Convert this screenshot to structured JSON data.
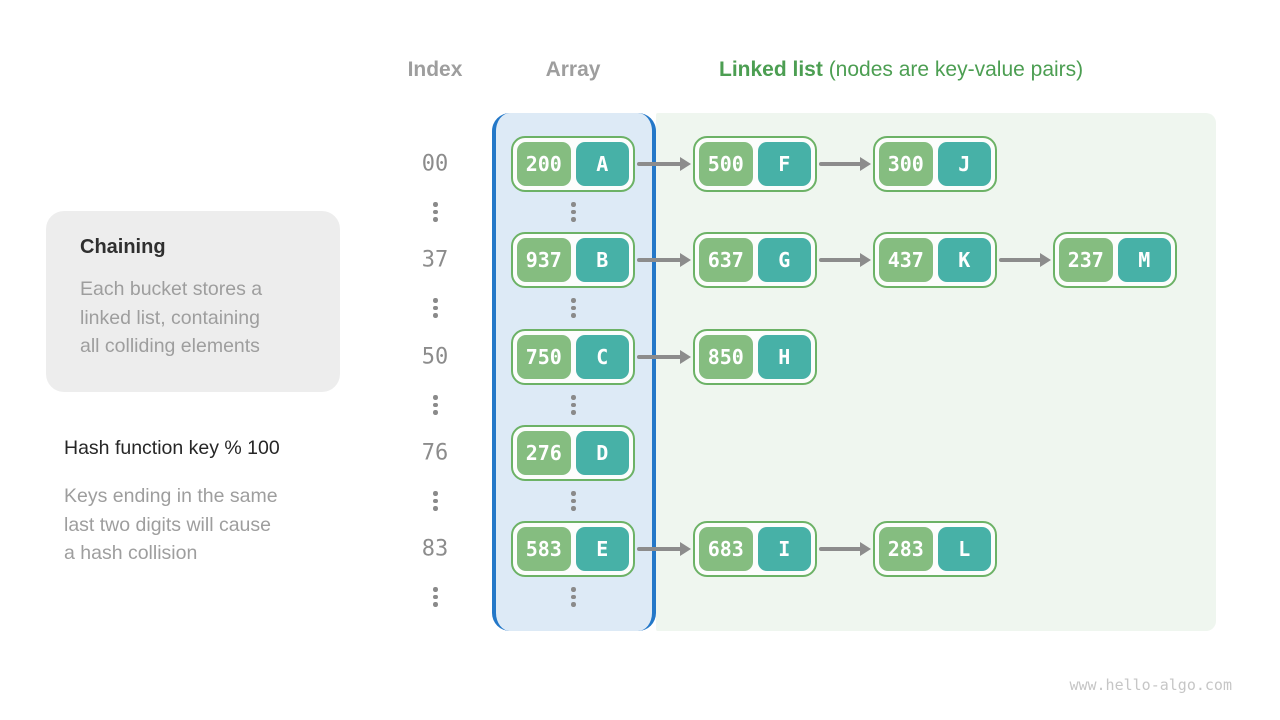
{
  "header": {
    "index": "Index",
    "array": "Array",
    "linked_list_bold": "Linked list",
    "linked_list_rest": " (nodes are key-value pairs)"
  },
  "sidebar": {
    "chaining_title": "Chaining",
    "chaining_body": "Each bucket stores a\nlinked list, containing\nall colliding elements",
    "hash_function": "Hash function key % 100",
    "hash_note": "Keys ending in the same\nlast two digits will cause\na hash collision"
  },
  "watermark": "www.hello-algo.com",
  "colors": {
    "accent_green": "#4c9e52",
    "node_border": "#6cb266",
    "node_key_fill": "#85bd80",
    "node_value_fill": "#47b1a7",
    "array_panel_bg": "#ddeaf6",
    "array_panel_border": "#2478c8",
    "list_panel_bg": "#eff6ef",
    "arrow_gray": "#8c8c8c"
  },
  "hash_table": {
    "rows": [
      {
        "index": "00",
        "bucket": {
          "key": "200",
          "value": "A"
        },
        "chain": [
          {
            "key": "500",
            "value": "F"
          },
          {
            "key": "300",
            "value": "J"
          }
        ]
      },
      {
        "index": "37",
        "bucket": {
          "key": "937",
          "value": "B"
        },
        "chain": [
          {
            "key": "637",
            "value": "G"
          },
          {
            "key": "437",
            "value": "K"
          },
          {
            "key": "237",
            "value": "M"
          }
        ]
      },
      {
        "index": "50",
        "bucket": {
          "key": "750",
          "value": "C"
        },
        "chain": [
          {
            "key": "850",
            "value": "H"
          }
        ]
      },
      {
        "index": "76",
        "bucket": {
          "key": "276",
          "value": "D"
        },
        "chain": []
      },
      {
        "index": "83",
        "bucket": {
          "key": "583",
          "value": "E"
        },
        "chain": [
          {
            "key": "683",
            "value": "I"
          },
          {
            "key": "283",
            "value": "L"
          }
        ]
      }
    ]
  }
}
